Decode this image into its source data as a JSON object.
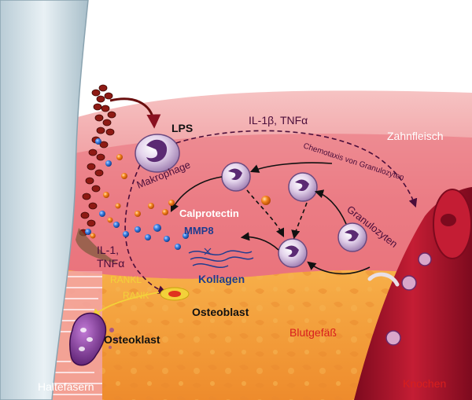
{
  "labels": {
    "lps": "LPS",
    "il1b_tnfa": "IL-1β, TNFα",
    "zahnfleisch": "Zahnfleisch",
    "chemotaxis": "Chemotaxis von Granulozyten",
    "makrophage": "Makrophage",
    "granulozyten": "Granulozyten",
    "calprotectin": "Calprotectin",
    "mmp8": "MMP8",
    "il1": "IL-1,",
    "tnfa": "TNFα",
    "kollagen": "Kollagen",
    "rankl": "RANKL",
    "rank": "RANK",
    "osteoblast": "Osteoblast",
    "osteoklast": "Osteoklast",
    "blutgefaess": "Blutgefäß",
    "haltefasern": "Haltefasern",
    "knochen": "Knochen"
  },
  "colors": {
    "gum_light": "#f3a3a6",
    "gum_mid": "#e8686e",
    "gum_dark": "#d94a52",
    "bone": "#f29a3a",
    "bone_dark": "#e07a22",
    "tooth": "#cfdde4",
    "vessel": "#a3132a",
    "cell_purple": "#7b3d8f",
    "mmp_blue": "#2b6fd6",
    "calpro_orange": "#f07a1c",
    "label_dark_blue": "#1f3c8f",
    "label_red": "#d81e1e",
    "label_white": "#ffffff",
    "rank_yellow": "#f3d13a"
  }
}
